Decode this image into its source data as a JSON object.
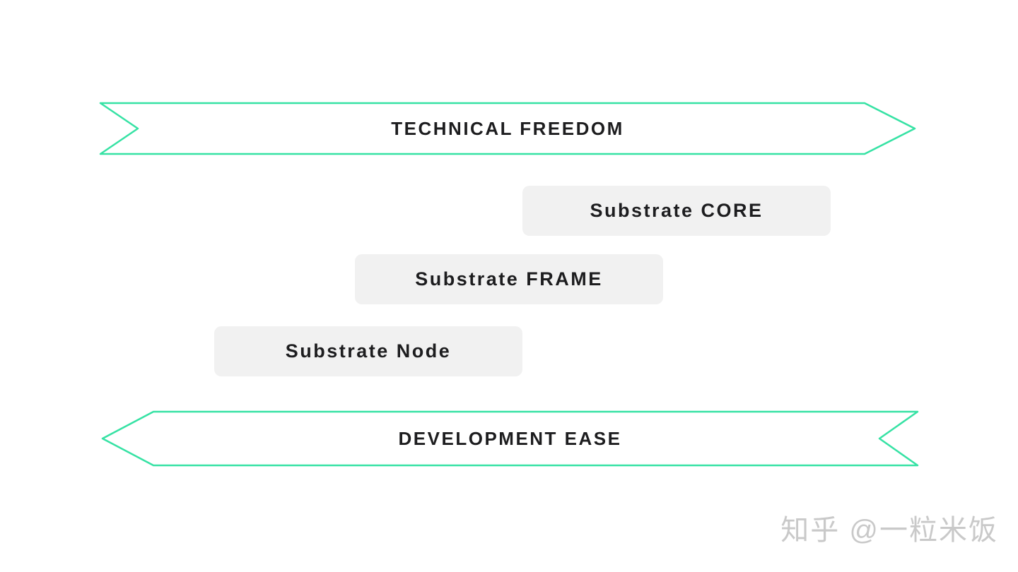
{
  "colors": {
    "background": "#ffffff",
    "accent_green": "#36e2a4",
    "box_background": "#f1f1f1",
    "label_text": "#1d1d1f",
    "watermark_gray": "#c9c9c9"
  },
  "banners": {
    "top": {
      "label": "TECHNICAL FREEDOM",
      "direction": "right"
    },
    "bottom": {
      "label": "DEVELOPMENT EASE",
      "direction": "left"
    }
  },
  "boxes": [
    {
      "label": "Substrate CORE"
    },
    {
      "label": "Substrate FRAME"
    },
    {
      "label": "Substrate Node"
    }
  ],
  "watermark": {
    "text": "知乎 @一粒米饭"
  }
}
